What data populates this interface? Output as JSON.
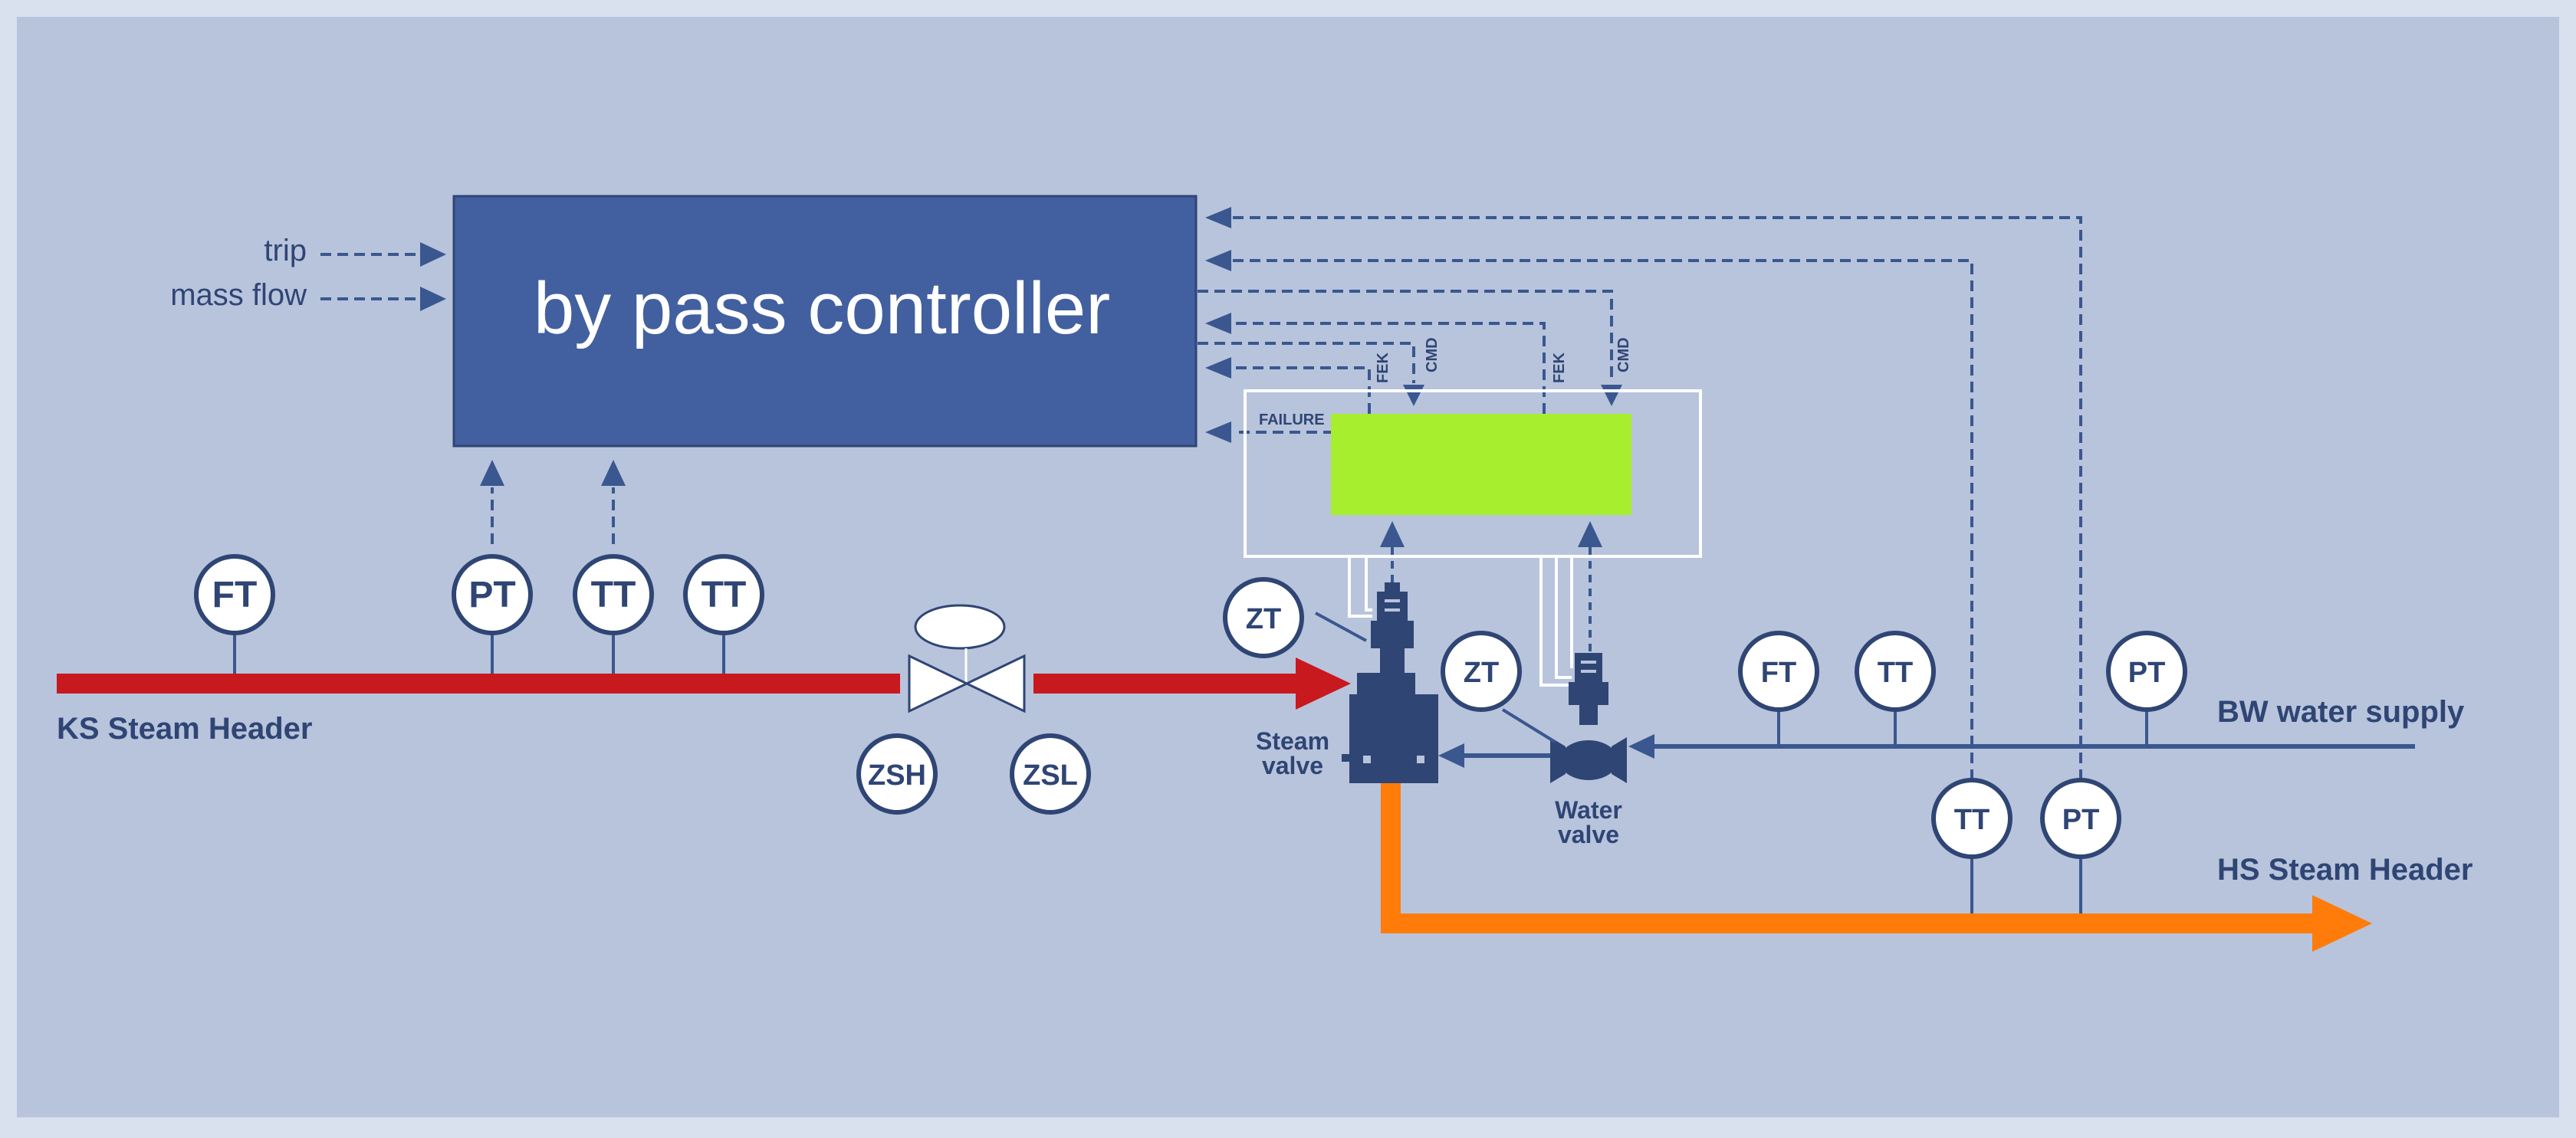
{
  "controller": {
    "title": "by pass controller"
  },
  "inputs": {
    "trip": "trip",
    "mass_flow": "mass flow"
  },
  "signals": {
    "failure": "FAILURE",
    "fek": "FEK",
    "cmd": "CMD"
  },
  "labels": {
    "ks_header": "KS Steam Header",
    "hs_header": "HS Steam Header",
    "bw_supply": "BW water supply",
    "steam_valve_1": "Steam",
    "steam_valve_2": "valve",
    "water_valve_1": "Water",
    "water_valve_2": "valve"
  },
  "instruments": {
    "ft_ks": "FT",
    "pt_ks": "PT",
    "tt_ks_1": "TT",
    "tt_ks_2": "TT",
    "zsh": "ZSH",
    "zsl": "ZSL",
    "zt_steam": "ZT",
    "zt_water": "ZT",
    "ft_bw": "FT",
    "tt_bw": "TT",
    "pt_bw": "PT",
    "tt_hs": "TT",
    "pt_hs": "PT"
  },
  "colors": {
    "background": "#b8c4dc",
    "frame": "#d9e0ee",
    "controller": "#42609f",
    "line": "#3a578f",
    "ks_steam": "#c8191e",
    "hs_steam": "#ff7c0a",
    "actuator": "#a6ee2e",
    "valve_body": "#2f4574"
  }
}
